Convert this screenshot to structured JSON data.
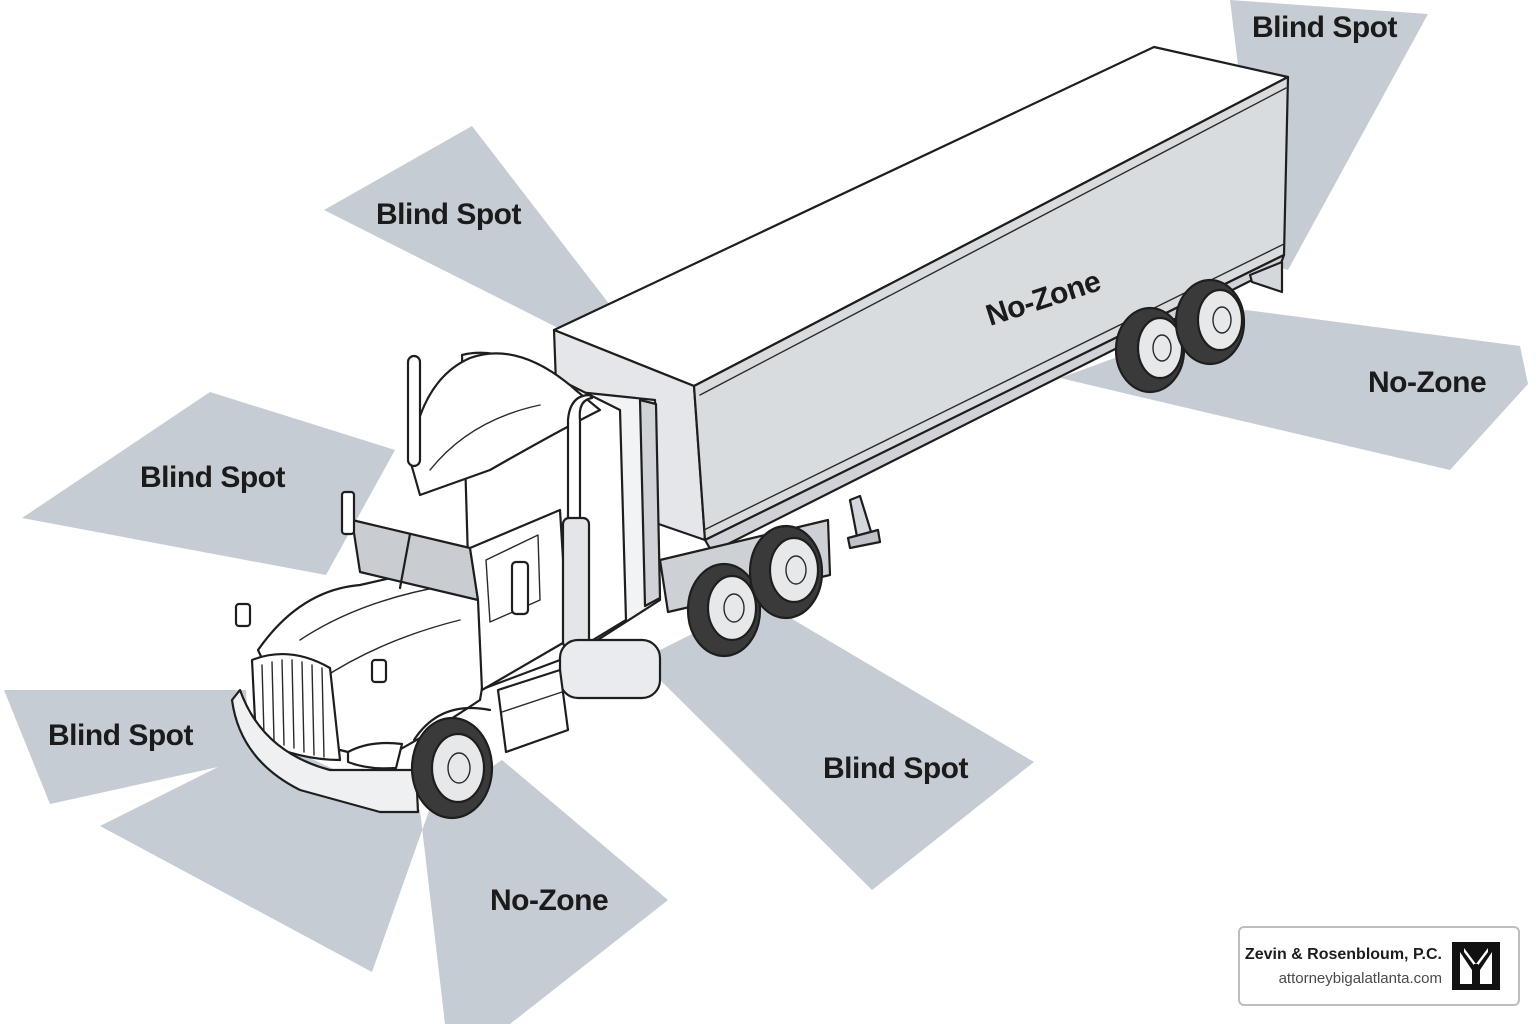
{
  "zones": {
    "blind_spot_top_right": "Blind Spot",
    "blind_spot_upper_left": "Blind Spot",
    "blind_spot_left": "Blind Spot",
    "blind_spot_lower_left": "Blind Spot",
    "blind_spot_right_side": "Blind Spot",
    "no_zone_trailer_top": "No-Zone",
    "no_zone_rear": "No-Zone",
    "no_zone_front": "No-Zone"
  },
  "brand": {
    "name": "Zevin & Rosenbloum, P.C.",
    "url": "attorneybigalatlanta.com",
    "logo_icon": "tuxedo-icon"
  },
  "colors": {
    "zone_fill": "#c6ccd4",
    "outline": "#1e1e1e"
  }
}
